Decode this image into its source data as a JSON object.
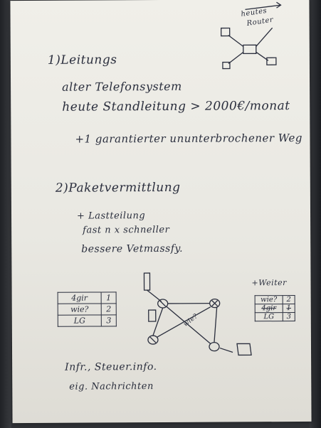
{
  "section1": {
    "heading": "1)Leitungs",
    "lines": [
      "alter Telefonsystem",
      "heute Standleitung > 2000€/monat",
      "+1 garantierter ununterbrochener Weg"
    ]
  },
  "router_label": [
    "heutes",
    "Router"
  ],
  "section2": {
    "heading": "2)Paketvermittlung",
    "lines": [
      "+ Lastteilung",
      "fast n x schneller",
      "bessere Vetmassfy."
    ]
  },
  "left_table": {
    "rows": [
      [
        "4gir",
        "1"
      ],
      [
        "wie?",
        "2"
      ],
      [
        "LG",
        "3"
      ]
    ]
  },
  "right_table": {
    "label": "+Weiter",
    "rows": [
      [
        "wie?",
        "2"
      ],
      [
        "4gir",
        "1"
      ],
      [
        "LG",
        "3"
      ]
    ]
  },
  "network_edge_label": "wie?",
  "bottom_lines": [
    "Infr., Steuer.info.",
    "eig. Nachrichten"
  ]
}
